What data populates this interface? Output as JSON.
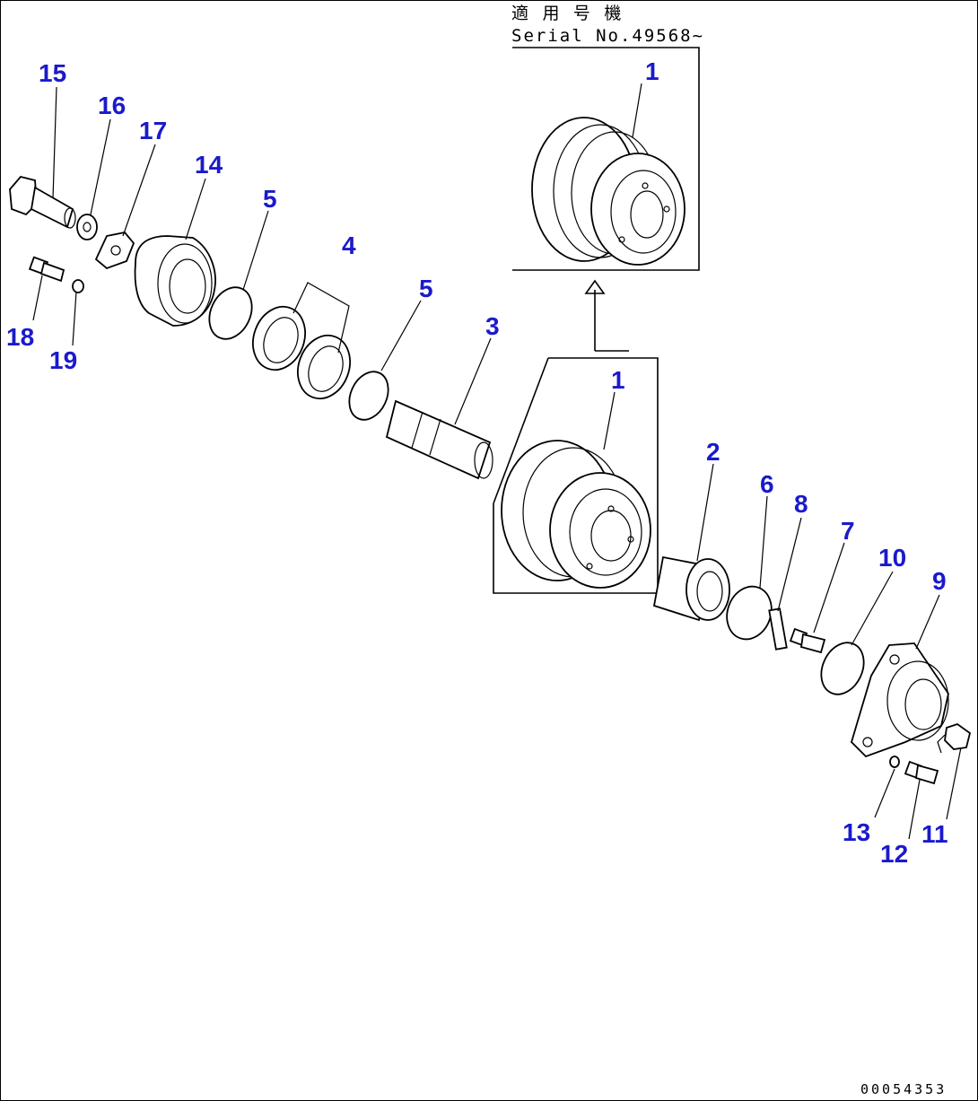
{
  "header": {
    "applicable_model": "適 用 号 機",
    "serial_range": "Serial No.49568~"
  },
  "footer": {
    "drawing_number": "00054353"
  },
  "callouts": {
    "c1_top": "1",
    "c1_main": "1",
    "c2": "2",
    "c3": "3",
    "c4": "4",
    "c5_left": "5",
    "c5_right": "5",
    "c6": "6",
    "c7": "7",
    "c8": "8",
    "c9": "9",
    "c10": "10",
    "c11": "11",
    "c12": "12",
    "c13": "13",
    "c14": "14",
    "c15": "15",
    "c16": "16",
    "c17": "17",
    "c18": "18",
    "c19": "19"
  },
  "colors": {
    "callout": "#1a1acc",
    "line": "#000000"
  }
}
